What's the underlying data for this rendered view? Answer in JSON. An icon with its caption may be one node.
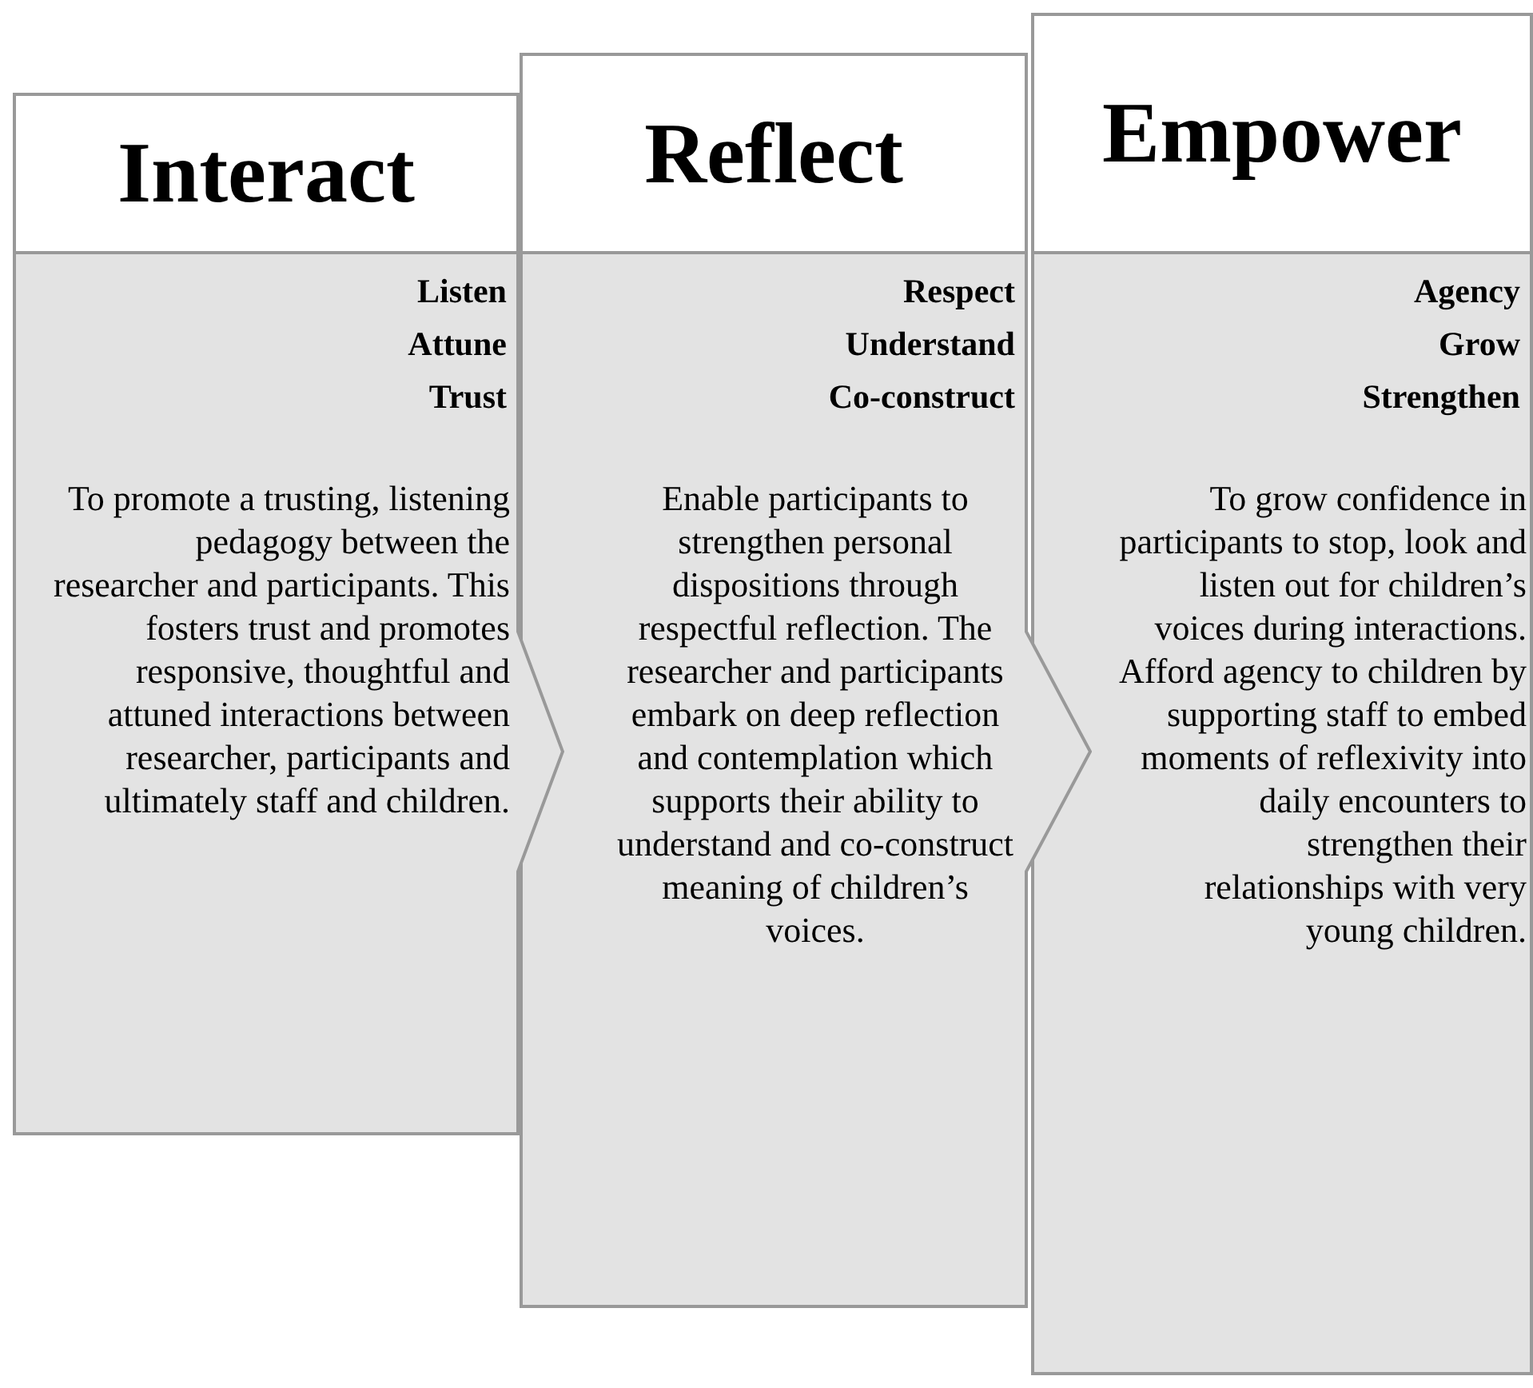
{
  "diagram": {
    "nodes": [
      {
        "text": [
          "Interact",
          "Listen",
          "Attune",
          "Trust",
          "To promote a trusting, listening pedagogy between the researcher and participants. This fosters trust and promotes responsive, thoughtful and attuned interactions between researcher, participants and ultimately staff and children."
        ]
      },
      {
        "text": [
          "Reflect",
          "Respect",
          "Understand",
          "Co-construct",
          "Enable participants to strengthen personal dispositions through respectful reflection. The researcher and participants embark on deep reflection and contemplation which supports their ability to understand and co-construct meaning of children’s voices."
        ]
      },
      {
        "text": [
          "Empower",
          "Agency",
          "Grow",
          "Strengthen",
          "To grow confidence in participants to stop, look and listen out for children’s voices during interactions. Afford agency to children by supporting staff to embed moments of reflexivity into daily encounters to strengthen their relationships with very young children."
        ]
      }
    ]
  }
}
